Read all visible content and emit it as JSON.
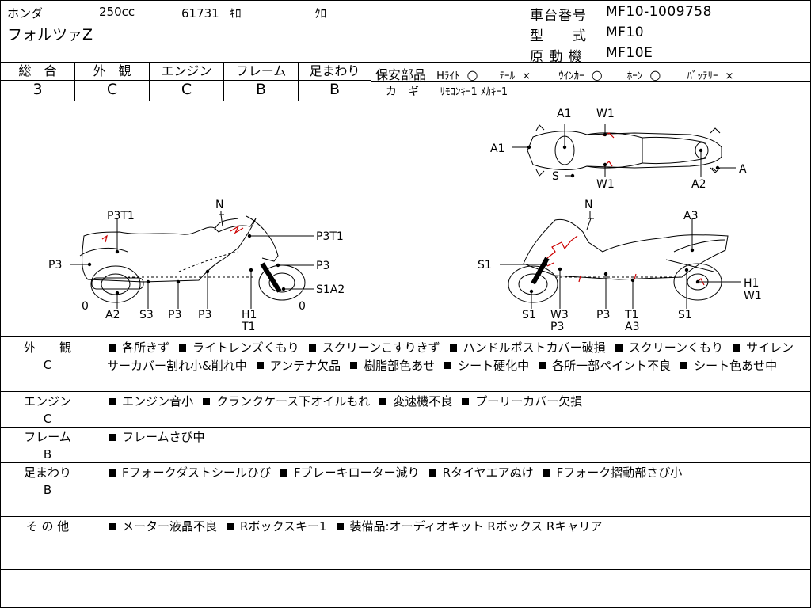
{
  "header": {
    "maker": "ホンダ",
    "displacement": "250cc",
    "mileage": "61731",
    "mileage_unit": "ｷﾛ",
    "color": "ｸﾛ",
    "model": "フォルツァZ",
    "frame_no_label": "車台番号",
    "frame_no": "MF10-1009758",
    "type_label": "型　　式",
    "type": "MF10",
    "engine_label": "原 動 機",
    "engine": "MF10E"
  },
  "grades": [
    {
      "label": "総　合",
      "value": "3"
    },
    {
      "label": "外　観",
      "value": "C"
    },
    {
      "label": "エンジン",
      "value": "C"
    },
    {
      "label": "フレーム",
      "value": "B"
    },
    {
      "label": "足まわり",
      "value": "B"
    }
  ],
  "safety": {
    "label": "保安部品",
    "items": [
      {
        "name": "Hﾗｲﾄ",
        "mark": "○"
      },
      {
        "name": "ﾃｰﾙ",
        "mark": "×"
      },
      {
        "name": "ｳｲﾝｶｰ",
        "mark": "○"
      },
      {
        "name": "ﾎｰﾝ",
        "mark": "○"
      },
      {
        "name": "ﾊﾞｯﾃﾘｰ",
        "mark": "×"
      }
    ]
  },
  "keys": {
    "label": "カ　ギ",
    "value": "ﾘﾓｺﾝｷｰ1 ﾒｶｷｰ1"
  },
  "diagram": {
    "left_side": {
      "labels": [
        "P3T1",
        "N",
        "P3T1",
        "P3",
        "P3",
        "S1A2",
        "0",
        "0",
        "A2",
        "S3",
        "P3",
        "P3",
        "H1",
        "T1"
      ]
    },
    "right_side": {
      "labels": [
        "N",
        "A3",
        "S1",
        "H1",
        "W1",
        "S1",
        "W3",
        "P3",
        "P3",
        "T1",
        "A3",
        "S1"
      ]
    },
    "top_view": {
      "labels": [
        "A1",
        "W1",
        "A1",
        "S",
        "W1",
        "A",
        "A2"
      ]
    }
  },
  "sections": [
    {
      "label": "外　　観",
      "grade": "C",
      "items": [
        "各所きず",
        "ライトレンズくもり",
        "スクリーンこすりきず",
        "ハンドルポストカバー破損",
        "スクリーンくもり",
        "サイレンサーカバー割れ小&削れ中",
        "アンテナ欠品",
        "樹脂部色あせ",
        "シート硬化中",
        "各所一部ペイント不良",
        "シート色あせ中"
      ]
    },
    {
      "label": "エンジン",
      "grade": "C",
      "items": [
        "エンジン音小",
        "クランクケース下オイルもれ",
        "変速機不良",
        "プーリーカバー欠損"
      ]
    },
    {
      "label": "フレーム",
      "grade": "B",
      "items": [
        "フレームさび中"
      ]
    },
    {
      "label": "足まわり",
      "grade": "B",
      "items": [
        "Fフォークダストシールひび",
        "Fブレーキローター減り",
        "Rタイヤエアぬけ",
        "Fフォーク摺動部さび小"
      ]
    },
    {
      "label": "そ の 他",
      "grade": "",
      "items": [
        "メーター液晶不良",
        "Rボックスキー1",
        "装備品:オーディオキット Rボックス Rキャリア"
      ]
    }
  ],
  "colors": {
    "line": "#000000",
    "damage_mark": "#cc0000"
  }
}
